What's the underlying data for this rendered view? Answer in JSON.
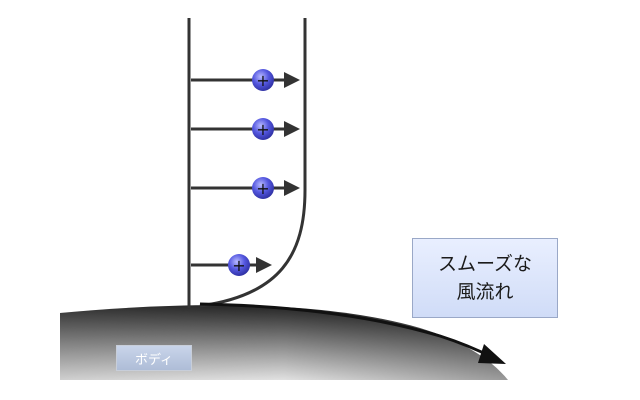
{
  "callout": {
    "line1": "スムーズな",
    "line2": "風流れ"
  },
  "body_label": "ボディ",
  "particle_symbol": "+",
  "colors": {
    "particle_fill": "#4b4fd6",
    "arrow": "#333333",
    "body_dark": "#3a3a3a",
    "body_light": "#e6e6e6",
    "callout_bg": "#dce5fb",
    "body_label_bg": "#b9c6de"
  }
}
